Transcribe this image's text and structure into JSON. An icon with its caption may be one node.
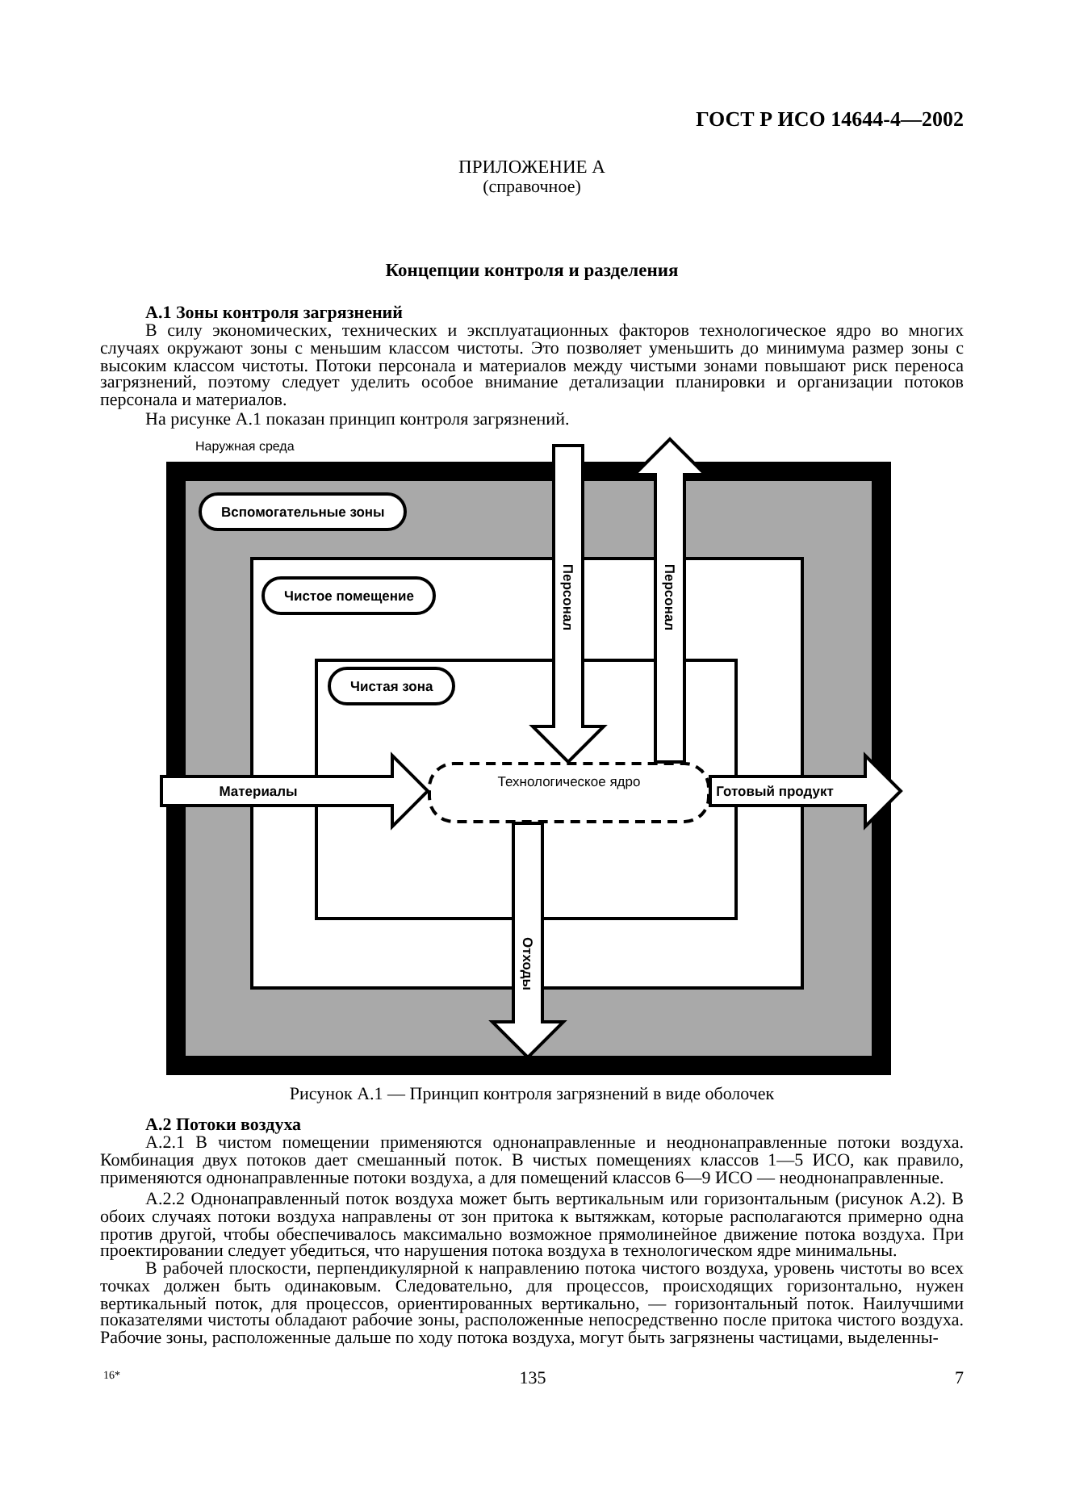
{
  "diagram": {
    "caption": "Рисунок А.1 — Принцип контроля загрязнений в виде оболочек",
    "nodes": [
      {
        "text": [
          "Наружная среда"
        ]
      },
      {
        "text": [
          "Вспомогательные зоны"
        ],
        "in": 0
      },
      {
        "text": [
          "Чистое помещение"
        ],
        "in": 1
      },
      {
        "text": [
          "Чистая зона"
        ],
        "in": 2
      },
      {
        "text": [
          "Технологическое ядро"
        ],
        "in": 3
      }
    ],
    "edges": [
      {
        "from": null,
        "to": 4,
        "arrow": "to",
        "label": "Персонал"
      },
      {
        "from": 4,
        "to": null,
        "arrow": "to",
        "label": "Персонал"
      },
      {
        "from": null,
        "to": 4,
        "arrow": "to",
        "label": "Материалы"
      },
      {
        "from": 4,
        "to": null,
        "arrow": "to",
        "label": "Готовый продукт"
      },
      {
        "from": 4,
        "to": null,
        "arrow": "to",
        "label": "Отходы"
      }
    ],
    "labels": [
      "ГОСТ Р ИСО 14644-4—2002",
      "ПРИЛОЖЕНИЕ А",
      "(справочное)",
      "Концепции контроля и разделения",
      "А.1 Зоны контроля загрязнений",
      "В силу экономических, технических и эксплуатационных факторов технологическое ядро во многих случаях окружают зоны с меньшим классом чистоты. Это позволяет уменьшить до минимума размер зоны с высоким классом чистоты. Потоки персонала и материалов между чистыми зонами повышают риск переноса загрязнений, поэтому следует уделить особое внимание детализации планировки и организации потоков персонала и материалов.",
      "На рисунке А.1 показан принцип контроля загрязнений.",
      "А.2 Потоки воздуха",
      "А.2.1 В чистом помещении применяются однонаправленные и неоднонаправленные потоки воздуха. Комбинация двух потоков дает смешанный поток. В чистых помещениях классов 1—5 ИСО, как правило, применяются однонаправленные потоки воздуха, а для помещений классов 6—9 ИСО — неоднонаправленные.",
      "А.2.2 Однонаправленный поток воздуха может быть вертикальным или горизонтальным (рисунок А.2). В обоих случаях потоки воздуха направлены от зон притока к вытяжкам, которые располагаются примерно одна против другой, чтобы обеспечивалось максимально возможное прямолинейное движение потока воздуха. При проектировании следует убедиться, что нарушения потока воздуха в технологическом ядре минимальны.",
      "В рабочей плоскости, перпендикулярной к направлению потока чистого воздуха, уровень чистоты во всех точках должен быть одинаковым. Следовательно, для процессов, происходящих горизонтально, нужен вертикальный поток, для процессов, ориентированных вертикально, — горизонтальный поток. Наилучшими показателями чистоты обладают рабочие зоны, расположенные непосредственно после притока чистого воздуха. Рабочие зоны, расположенные дальше по ходу потока воздуха, могут быть загрязнены частицами, выделенны-",
      "16*",
      "135",
      "7"
    ]
  }
}
